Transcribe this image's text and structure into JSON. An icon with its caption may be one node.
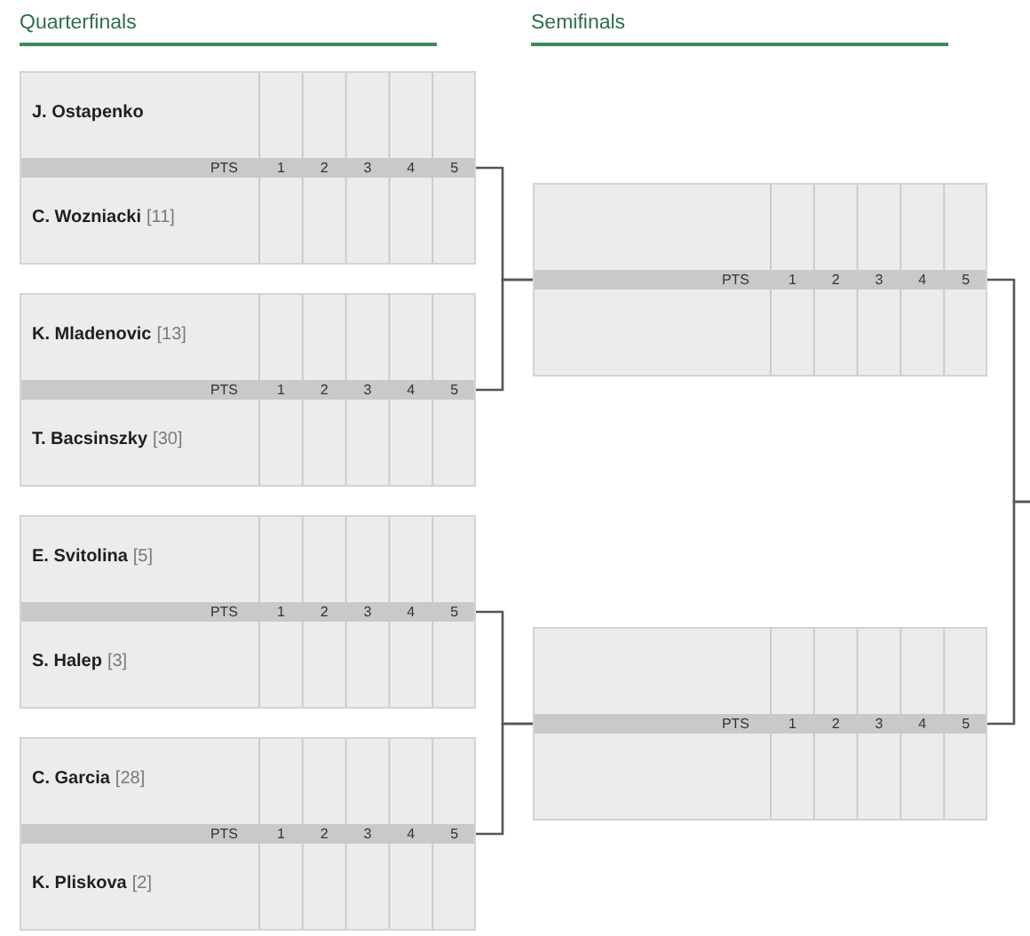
{
  "diagram": {
    "nodes": [
      {
        "text": [
          "J. Ostapenko",
          "PTS",
          "1",
          "2",
          "3",
          "4",
          "5",
          "C. Wozniacki",
          "[11]"
        ]
      },
      {
        "text": [
          "K. Mladenovic",
          "[13]",
          "PTS",
          "1",
          "2",
          "3",
          "4",
          "5",
          "T. Bacsinszky",
          "[30]"
        ]
      },
      {
        "text": [
          "E. Svitolina",
          "[5]",
          "PTS",
          "1",
          "2",
          "3",
          "4",
          "5",
          "S. Halep",
          "[3]"
        ]
      },
      {
        "text": [
          "C. Garcia",
          "[28]",
          "PTS",
          "1",
          "2",
          "3",
          "4",
          "5",
          "K. Pliskova",
          "[2]"
        ]
      },
      {
        "text": [
          "PTS",
          "1",
          "2",
          "3",
          "4",
          "5"
        ]
      },
      {
        "text": [
          "PTS",
          "1",
          "2",
          "3",
          "4",
          "5"
        ]
      }
    ],
    "edges": [
      {
        "from": 0,
        "to": 4,
        "arrow": "none"
      },
      {
        "from": 1,
        "to": 4,
        "arrow": "none"
      },
      {
        "from": 2,
        "to": 5,
        "arrow": "none"
      },
      {
        "from": 3,
        "to": 5,
        "arrow": "none"
      },
      {
        "from": 4,
        "to": null,
        "arrow": "none"
      },
      {
        "from": 5,
        "to": null,
        "arrow": "none"
      }
    ],
    "labels": [
      "Quarterfinals",
      "Semifinals"
    ]
  }
}
